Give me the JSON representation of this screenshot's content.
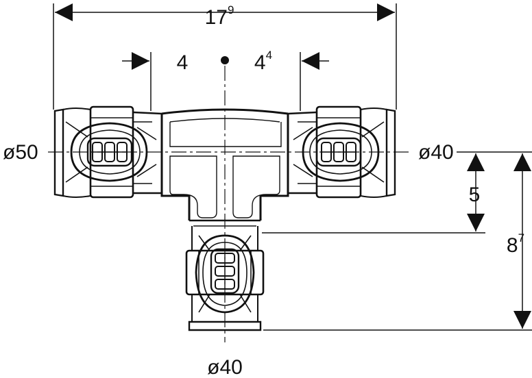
{
  "dimensions": {
    "overall_width": {
      "main": "17",
      "sup": "9"
    },
    "left_offset": {
      "main": "4"
    },
    "right_offset": {
      "main": "4",
      "sup": "4"
    },
    "branch_offset": {
      "main": "5"
    },
    "overall_height": {
      "main": "8",
      "sup": "7"
    }
  },
  "ports": {
    "left_diameter": "ø50",
    "right_diameter": "ø40",
    "bottom_diameter": "ø40"
  },
  "colors": {
    "line": "#111111",
    "background": "#ffffff"
  }
}
